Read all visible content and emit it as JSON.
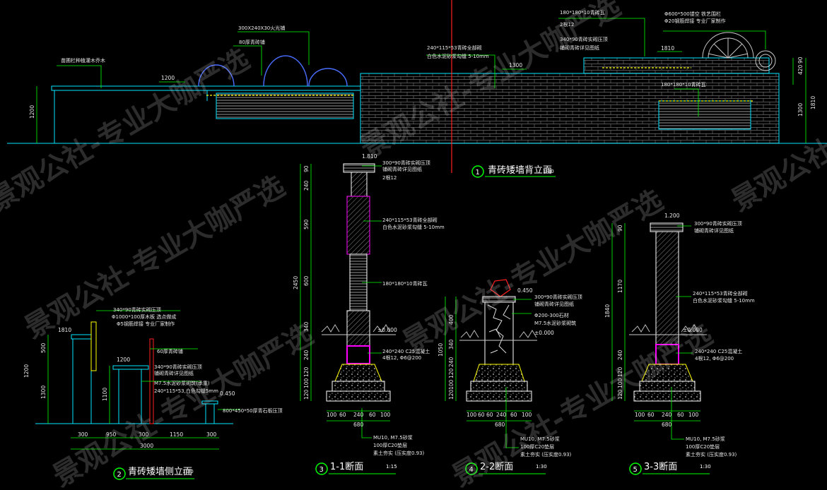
{
  "drawings": {
    "back": {
      "number": "1",
      "title": "青砖矮墙背立面",
      "scale": "1:30"
    },
    "side": {
      "number": "2",
      "title": "青砖矮墙侧立面",
      "scale": "1:30"
    },
    "s1": {
      "number": "3",
      "title": "1-1断面",
      "scale": "1:15"
    },
    "s2": {
      "number": "4",
      "title": "2-2断面",
      "scale": "1:30"
    },
    "s3": {
      "number": "5",
      "title": "3-3断面",
      "scale": "1:30"
    }
  },
  "annotations": {
    "back": [
      "300X240X30火光铺",
      "80厚青砖铺",
      "苗圃栏种植灌木乔木",
      "240*115*53青砖全部砌",
      "白色水泥砂浆勾缝 5-10mm",
      "180*180*10青砖瓦",
      "2根12",
      "340*90青砖实砌压顶",
      "铺砌青砖详见图纸",
      "Φ600*500镂空 铁艺围栏",
      "Φ20钢筋焊接 专业厂家制作",
      "180*180*10青砖瓦"
    ],
    "side": [
      "340*90青砖实砌压顶",
      "Φ1000*100厚木板 选点做成",
      "Φ5钢筋焊接 专业厂家制作",
      "60厚青砖铺",
      "340*90青砖实砌压顶",
      "铺砌青砖详见图纸",
      "M7.5水泥砂浆砌筑(承重)",
      "240*115*53,白色勾缝5mm",
      "800*450*50厚青石板压顶"
    ],
    "s1": [
      "300*90青砖实砌压顶",
      "铺砌青砖详见图纸",
      "2根12",
      "240*115*53青砖全部砌",
      "白色水泥砂浆勾缝 5-10mm",
      "180*180*10青砖瓦",
      "240*240 C25混凝土",
      "4根12, Φ6@200",
      "MU10, M7.5砂浆",
      "100厚C20垫层",
      "素土夯实 (压实度0.93)"
    ],
    "s2": [
      "300*90青砖实砌压顶",
      "铺砌青砖详见图纸",
      "Φ200-300石材",
      "M7.5水泥砂浆砌筑",
      "MU10, M7.5砂浆",
      "100厚C20垫层",
      "素土夯实 (压实度0.93)"
    ],
    "s3": [
      "300*90青砖实砌压顶",
      "铺砌青砖详见图纸",
      "240*115*53青砖全部砌",
      "白色水泥砂浆勾缝 5-10mm",
      "240*240 C25混凝土",
      "4根12, Φ6@200",
      "MU10, M7.5砂浆",
      "100厚C20垫层",
      "素土夯实 (压实度0.93)"
    ]
  },
  "levels": {
    "s1_floor": "±0.000",
    "s2_top": "0.450",
    "s2_floor": "±0.000",
    "s3_floor": "±0.000",
    "side_step": "0.450"
  },
  "dimensions": {
    "back": {
      "left_height": "1200",
      "top_width": "1200",
      "mid_width": "1300",
      "right_width": "1810",
      "right_h1": "90",
      "right_h2": "420",
      "right_total": "1810",
      "right_total2": "1300"
    },
    "side": {
      "top_w": "1810",
      "v1": "500",
      "v2": "1300",
      "v3": "1200",
      "v4": "1100",
      "bottom": [
        "300",
        "950",
        "300",
        "1150",
        "300"
      ],
      "total": "3000",
      "left": "1200"
    },
    "s1": {
      "top_w": "1.810",
      "vert": [
        "90",
        "240",
        "590",
        "600",
        "340",
        "240",
        "120",
        "100",
        "120"
      ],
      "total": "2450",
      "bottom": [
        "100",
        "60",
        "240",
        "60",
        "100"
      ],
      "total_w": "680"
    },
    "s2": {
      "vert": [
        "400",
        "340",
        "240",
        "120",
        "100",
        "120"
      ],
      "total": "1050",
      "bottom": [
        "100",
        "60",
        "60",
        "240",
        "60",
        "100"
      ],
      "total_w": "680"
    },
    "s3": {
      "top_w": "1.200",
      "vert": [
        "90",
        "1170",
        "240",
        "120",
        "100",
        "120"
      ],
      "total": "1840",
      "bottom": [
        "100",
        "60",
        "240",
        "60",
        "100"
      ],
      "total_w": "680"
    }
  },
  "watermark": "景观公社-专业大咖严选",
  "colors": {
    "background": "#000000",
    "green": "#00ff00",
    "cyan": "#00e5ff",
    "white": "#ffffff",
    "yellow": "#ffff00",
    "magenta": "#ff00ff",
    "red": "#ff2020",
    "gray": "#9a9a9a"
  }
}
